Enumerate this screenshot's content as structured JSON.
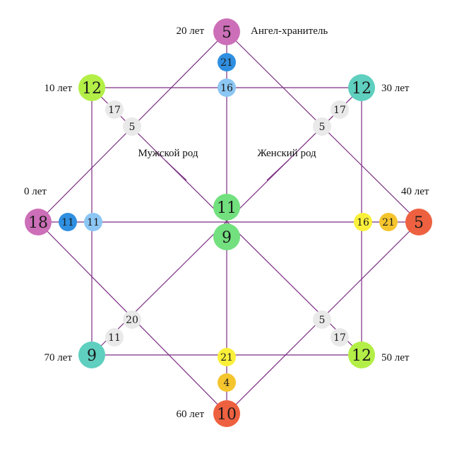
{
  "labels": {
    "age_0": "0 лет",
    "age_10": "10 лет",
    "age_20": "20 лет",
    "age_30": "30 лет",
    "age_40": "40 лет",
    "age_50": "50 лет",
    "age_60": "60 лет",
    "age_70": "70 лет",
    "guardian_angel": "Ангел-хранитель",
    "male_line": "Мужской род",
    "female_line": "Женский род"
  },
  "colors": {
    "line": "#7b2d83",
    "magenta": "#cc6fb8",
    "lime": "#b3ef47",
    "teal": "#5fcfbf",
    "red_orange": "#ee6140",
    "green": "#72e07e",
    "blue": "#2f8fe0",
    "light_blue": "#8cc6f3",
    "yellow": "#faf03a",
    "amber": "#f5c52e",
    "grey": "#e9e9e9"
  },
  "nodes": {
    "top": "5",
    "top_inner": "21",
    "top_third": "16",
    "left": "18",
    "left_inner": "11",
    "left_third": "11",
    "right": "5",
    "right_inner": "21",
    "right_third": "16",
    "bottom": "10",
    "bottom_inner": "4",
    "bottom_third": "21",
    "top_left": "12",
    "top_right": "12",
    "bottom_right": "12",
    "bottom_left": "9",
    "center_upper": "11",
    "center_lower": "9",
    "diag_tl_1": "17",
    "diag_tl_2": "5",
    "diag_tr_1": "17",
    "diag_tr_2": "5",
    "diag_br_1": "17",
    "diag_br_2": "5",
    "diag_bl_1": "11",
    "diag_bl_2": "20"
  }
}
